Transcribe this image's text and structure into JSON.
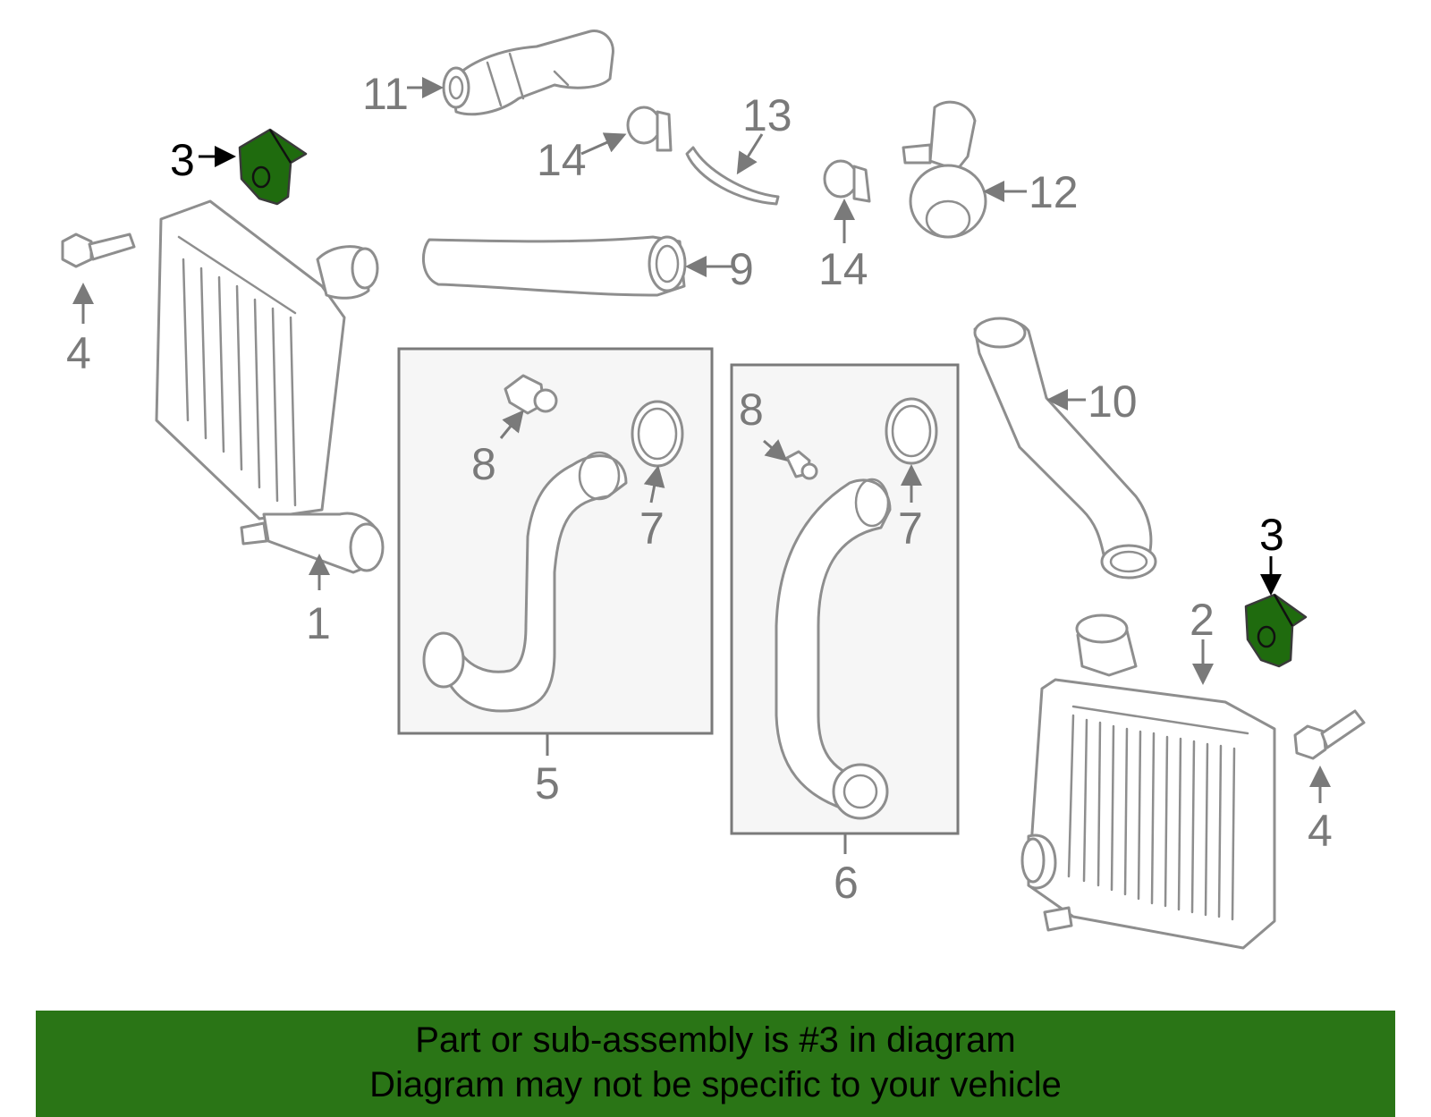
{
  "diagram": {
    "callouts": {
      "c1": "1",
      "c2": "2",
      "c3a": "3",
      "c3b": "3",
      "c4a": "4",
      "c4b": "4",
      "c5": "5",
      "c6": "6",
      "c7a": "7",
      "c7b": "7",
      "c8a": "8",
      "c8b": "8",
      "c9": "9",
      "c10": "10",
      "c11": "11",
      "c12": "12",
      "c13": "13",
      "c14a": "14",
      "c14b": "14"
    },
    "highlighted_part": "3",
    "colors": {
      "highlight": "#1f6b0e",
      "banner": "#2a7516",
      "line_art": "#8e8e8e"
    }
  },
  "banner": {
    "line1": "Part or sub-assembly is #3 in diagram",
    "line2": "Diagram may not be specific to your vehicle"
  }
}
